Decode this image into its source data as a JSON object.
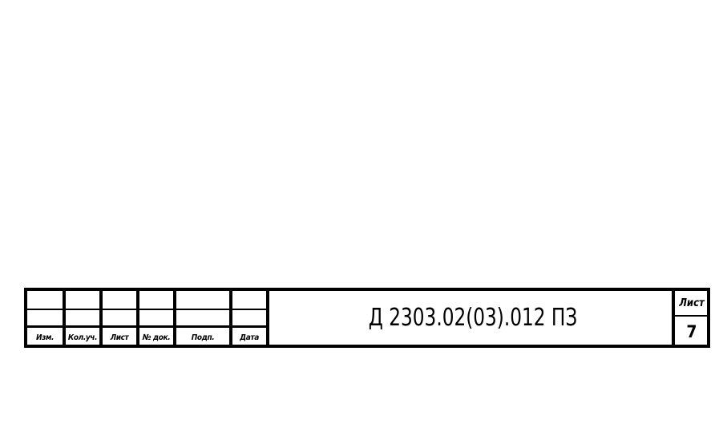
{
  "stamp": {
    "columns": [
      "Изм.",
      "Кол.уч.",
      "Лист",
      "№ док.",
      "Подп.",
      "Дата"
    ],
    "document_code": "Д 2303.02(03).012 ПЗ",
    "sheet_label": "Лист",
    "sheet_number": "7"
  }
}
